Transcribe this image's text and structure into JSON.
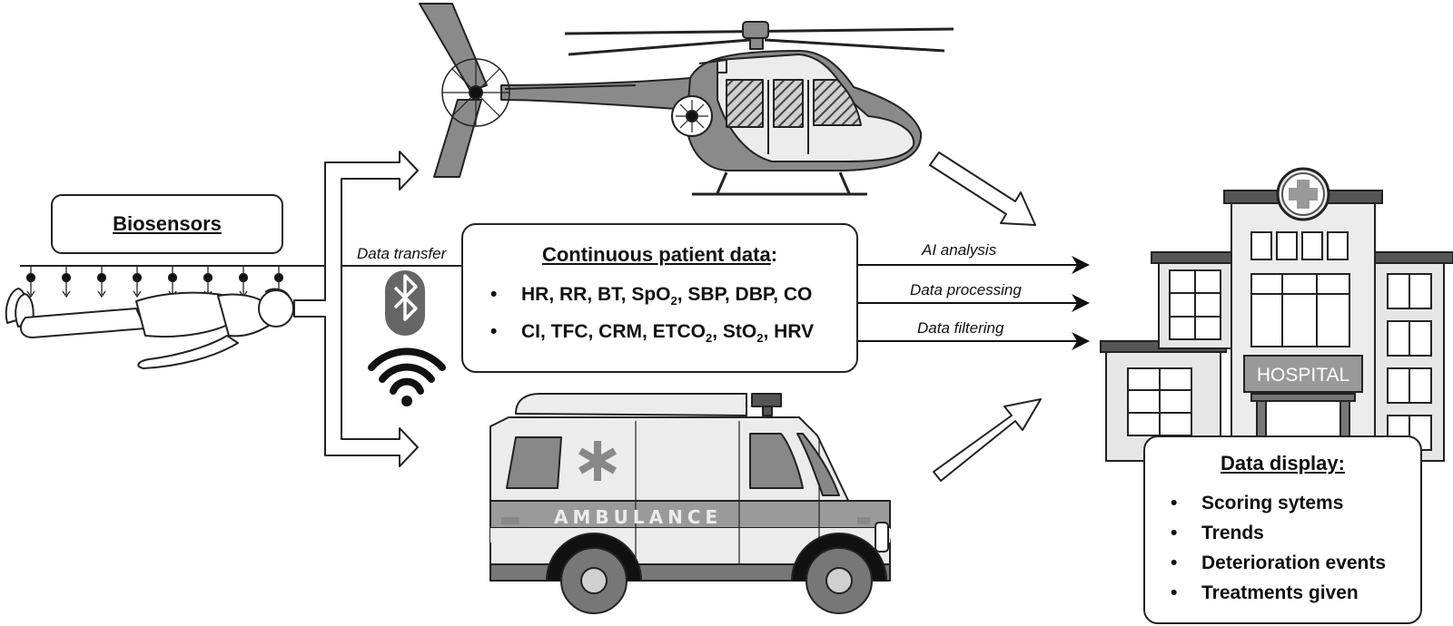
{
  "biosensors": {
    "title": "Biosensors"
  },
  "labels": {
    "data_transfer": "Data transfer",
    "ai_analysis": "AI analysis",
    "data_processing": "Data processing",
    "data_filtering": "Data filtering"
  },
  "patient_data": {
    "title": "Continuous patient data",
    "colon": ":",
    "line1": {
      "a": "HR, RR, BT, SpO",
      "sub1": "2",
      "b": ", SBP, DBP, CO"
    },
    "line2": {
      "a": "CI, TFC, CRM, ETCO",
      "sub1": "2",
      "b": ", StO",
      "sub2": "2",
      "c": ", HRV"
    }
  },
  "ambulance": {
    "text": "AMBULANCE"
  },
  "hospital": {
    "sign": "HOSPITAL"
  },
  "display": {
    "title": "Data display:",
    "items": [
      "Scoring sytems",
      "Trends",
      "Deterioration events",
      "Treatments given"
    ]
  },
  "icons": [
    "bluetooth-icon",
    "wifi-icon",
    "helicopter-icon",
    "ambulance-icon",
    "hospital-icon",
    "patient-icon"
  ],
  "colors": {
    "line": "#222222",
    "gray_dark": "#777777",
    "gray_mid": "#9a9a9a",
    "gray_light": "#d8d8d8"
  }
}
